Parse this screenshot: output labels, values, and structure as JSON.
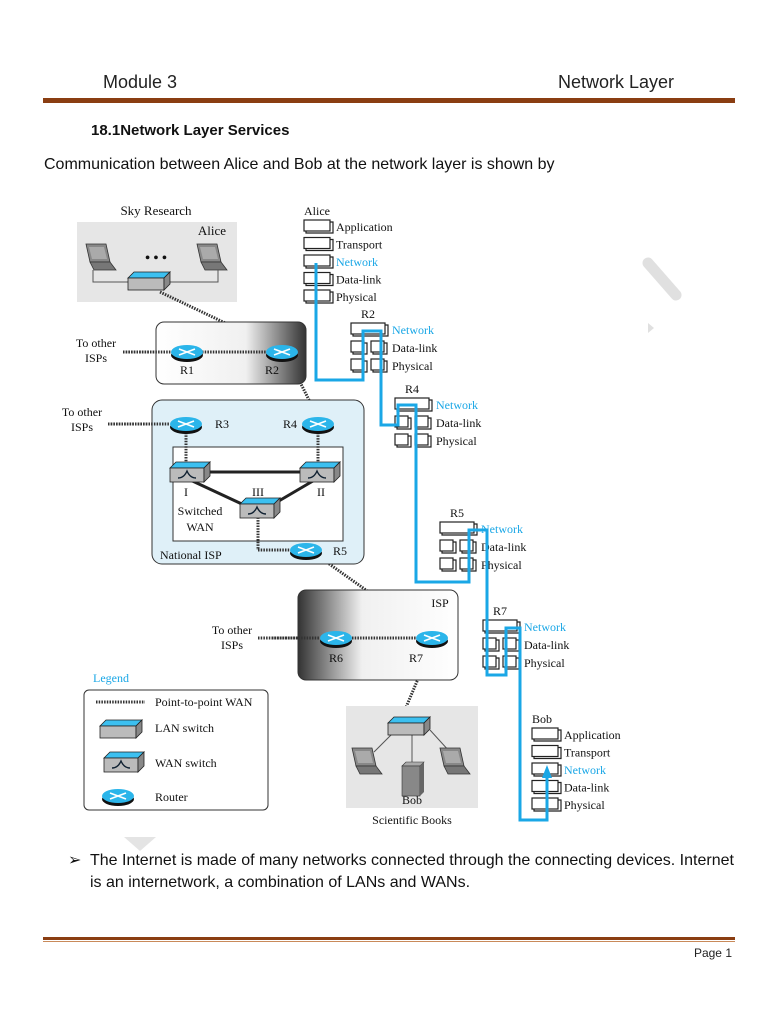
{
  "header": {
    "left": "Module 3",
    "right": "Network Layer"
  },
  "section_title": "18.1Network Layer Services",
  "intro": "Communication between Alice and Bob at the network layer is shown by",
  "figure": {
    "sky_research": {
      "title": "Sky Research",
      "host_label": "Alice",
      "dots": "• • •"
    },
    "isp1": {
      "to_other": [
        "To other",
        "ISPs"
      ],
      "routers": [
        "R1",
        "R2"
      ]
    },
    "national_isp": {
      "label": "National ISP",
      "to_other": [
        "To other",
        "ISPs"
      ],
      "routers": [
        "R3",
        "R4",
        "R5"
      ],
      "switches": [
        "I",
        "II",
        "III"
      ],
      "wan_label": [
        "Switched",
        "WAN"
      ]
    },
    "isp2": {
      "label": "ISP",
      "to_other": [
        "To other",
        "ISPs"
      ],
      "routers": [
        "R6",
        "R7"
      ]
    },
    "scientific_books": {
      "host_label": "Bob",
      "title": "Scientific Books"
    },
    "legend": {
      "title": "Legend",
      "items": [
        "Point-to-point WAN",
        "LAN switch",
        "WAN switch",
        "Router"
      ]
    },
    "stacks": {
      "alice": {
        "name": "Alice",
        "layers": [
          "Application",
          "Transport",
          "Network",
          "Data-link",
          "Physical"
        ]
      },
      "r2": {
        "name": "R2",
        "layers": [
          "Network",
          "Data-link",
          "Physical"
        ]
      },
      "r4": {
        "name": "R4",
        "layers": [
          "Network",
          "Data-link",
          "Physical"
        ]
      },
      "r5": {
        "name": "R5",
        "layers": [
          "Network",
          "Data-link",
          "Physical"
        ]
      },
      "r7": {
        "name": "R7",
        "layers": [
          "Network",
          "Data-link",
          "Physical"
        ]
      },
      "bob": {
        "name": "Bob",
        "layers": [
          "Application",
          "Transport",
          "Network",
          "Data-link",
          "Physical"
        ]
      }
    },
    "colors": {
      "path": "#1aa7e6",
      "network_label": "#1aa7e6",
      "router": "#2bb5ea",
      "isp_fill": "#dff0f8"
    }
  },
  "bullet": {
    "marker": "➢",
    "text": "The Internet is made of many networks connected through the connecting devices. Internet is an internetwork, a combination of LANs and WANs."
  },
  "footer": {
    "page": "Page 1"
  }
}
